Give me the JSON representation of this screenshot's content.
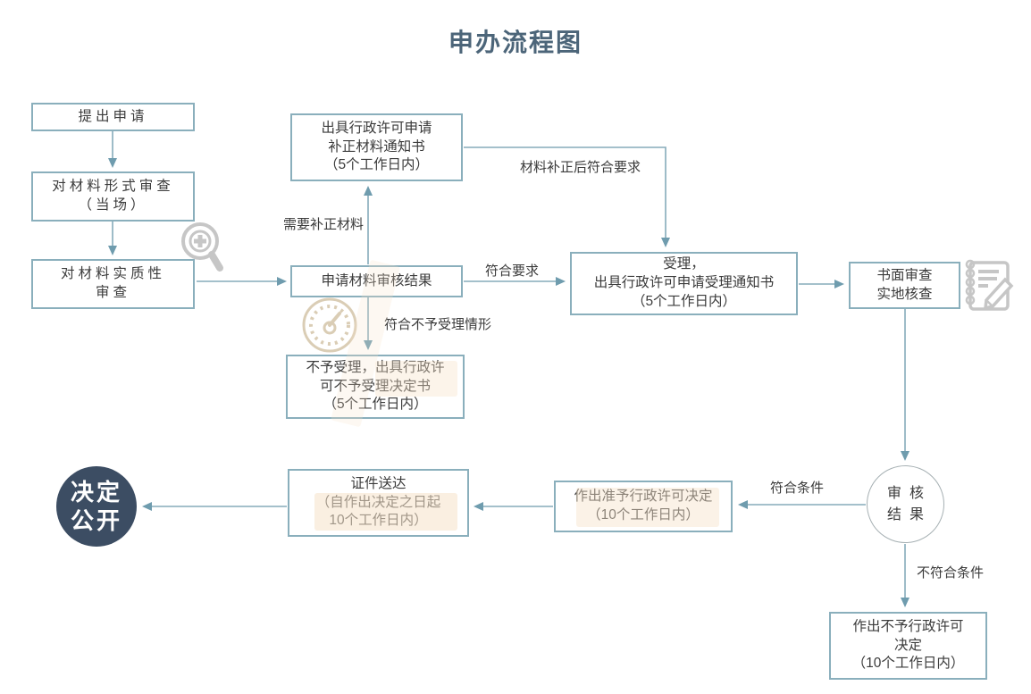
{
  "title": "申办流程图",
  "colors": {
    "title_text": "#4c6579",
    "box_border": "#8aafbc",
    "box_text": "#3b3b3b",
    "connector": "#85abba",
    "dark_circle_fill": "#3c4d63",
    "dark_circle_text": "#ffffff",
    "watermark_tint": "#f6e2c9",
    "icon_gray": "#c6c6c6",
    "icon_beige": "#d9cbb2"
  },
  "nodes": {
    "submit": {
      "lines": [
        "提出申请"
      ]
    },
    "formal_review": {
      "lines": [
        "对材料形式审查",
        "（当场）"
      ]
    },
    "substantive_review": {
      "lines": [
        "对材料实质性",
        "审查"
      ]
    },
    "supplement_notice": {
      "lines": [
        "出具行政许可申请",
        "补正材料通知书",
        "（5个工作日内）"
      ]
    },
    "review_result": {
      "lines": [
        "申请材料审核结果"
      ]
    },
    "reject_notice": {
      "lines": [
        "不予受理，出具行政许",
        "可不予受理决定书",
        "（5个工作日内）"
      ]
    },
    "accept": {
      "lines": [
        "受理，",
        "出具行政许可申请受理通知书",
        "（5个工作日内）"
      ]
    },
    "written_review": {
      "lines": [
        "书面审查",
        "实地核查"
      ]
    },
    "audit_result": {
      "lines": [
        "审核",
        "结果"
      ]
    },
    "grant_decision": {
      "lines": [
        "作出准予行政许可决定",
        "（10个工作日内）"
      ]
    },
    "certificate_delivery": {
      "lines": [
        "证件送达",
        "（自作出决定之日起",
        "10个工作日内）"
      ]
    },
    "decision_public": {
      "lines": [
        "决定",
        "公开"
      ]
    },
    "deny_decision": {
      "lines": [
        "作出不予行政许可",
        "决定",
        "（10个工作日内）"
      ]
    }
  },
  "edge_labels": {
    "need_supplement": "需要补正材料",
    "meets_requirements": "符合要求",
    "not_accept_case": "符合不予受理情形",
    "supplemented_meets": "材料补正后符合要求",
    "meets_conditions": "符合条件",
    "not_meets_conditions": "不符合条件"
  },
  "icons": {
    "magnifier": "magnifier-plus-icon",
    "gauge": "gauge-icon",
    "notepad": "notepad-pencil-icon"
  }
}
